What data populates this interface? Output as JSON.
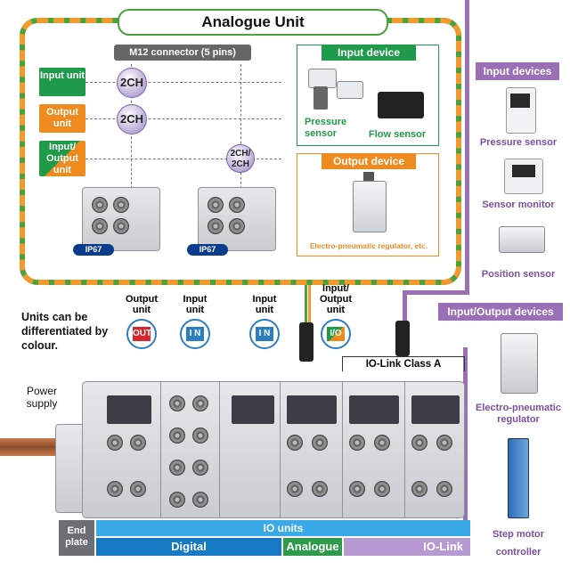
{
  "panel": {
    "title": "Analogue Unit",
    "connector_label": "M12 connector (5 pins)",
    "unit_tags": {
      "input": "Input unit",
      "output": "Output unit",
      "input_output": "Input/ Output unit"
    },
    "channels": {
      "input": "2CH",
      "output": "2CH",
      "input_output_top": "2CH/",
      "input_output_bottom": "2CH"
    },
    "ip67_left": "IP67",
    "ip67_right": "IP67",
    "input_device": {
      "header": "Input device",
      "pressure_sensor": "Pressure sensor",
      "flow_sensor": "Flow sensor"
    },
    "output_device": {
      "header": "Output device",
      "caption": "Electro-pneumatic regulator, etc."
    }
  },
  "right_column": {
    "input_devices_header": "Input devices",
    "pressure_sensor": "Pressure sensor",
    "sensor_monitor": "Sensor monitor",
    "position_sensor": "Position sensor",
    "io_devices_header": "Input/Output devices",
    "regulator_line1": "Electro-pneumatic",
    "regulator_line2": "regulator",
    "step_motor_line1": "Step motor",
    "step_motor_line2": "controller"
  },
  "manifold": {
    "units_note": "Units can be differentiated by colour.",
    "power_supply_line1": "Power",
    "power_supply_line2": "supply",
    "labels": {
      "output": "Output unit",
      "input1": "Input unit",
      "input2": "Input unit",
      "input_output": "Input/ Output unit"
    },
    "badges": {
      "out": "OUT",
      "in1": "I N",
      "in2": "I N",
      "io": "I/O"
    },
    "io_link_class": "IO-Link Class A"
  },
  "bottom_bar": {
    "end_plate_line1": "End",
    "end_plate_line2": "plate",
    "io_units": "IO units",
    "digital": "Digital",
    "analogue": "Analogue",
    "io_link": "IO-Link"
  },
  "colors": {
    "green": "#1f9a48",
    "orange": "#ef8a1f",
    "purple": "#9a6fb6",
    "blue": "#3aa9e8",
    "dark_blue": "#1579c4"
  }
}
